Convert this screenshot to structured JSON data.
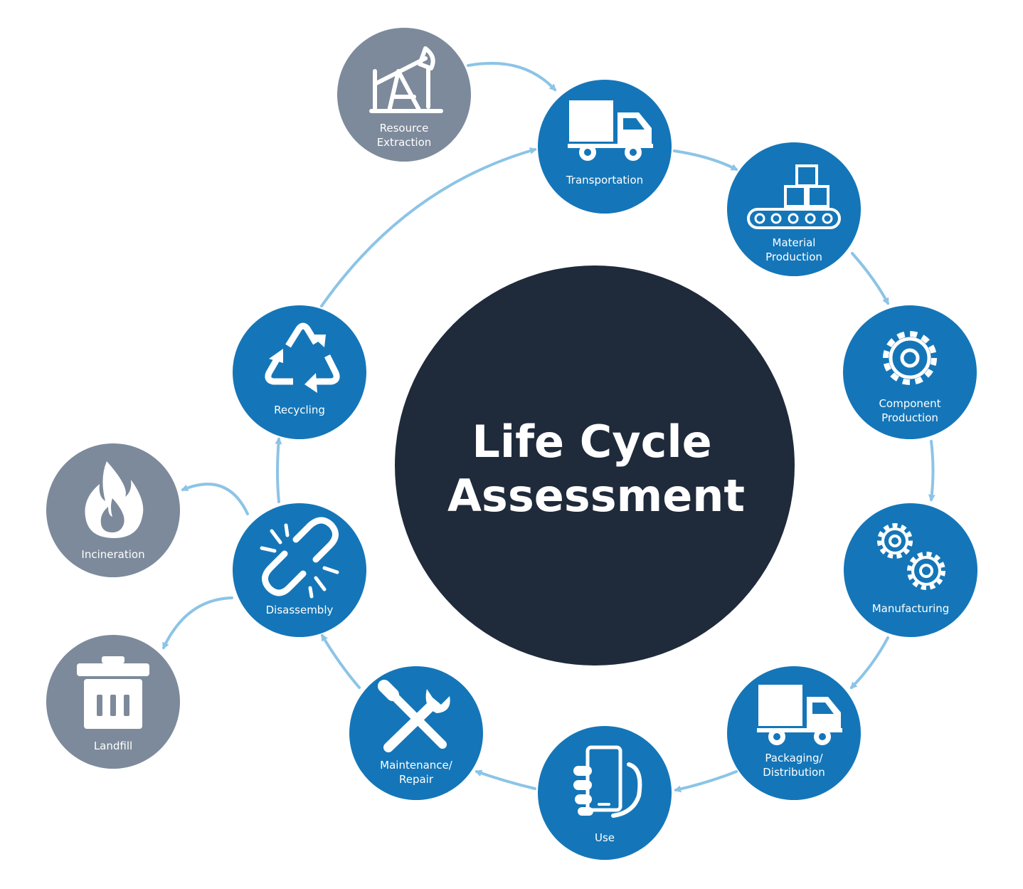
{
  "center": {
    "line1": "Life Cycle",
    "line2": "Assessment"
  },
  "colors": {
    "stage_blue": "#1476b8",
    "side_gray": "#7d8a9b",
    "center_navy": "#1f2a3b",
    "arrow": "#8cc4e6",
    "white": "#ffffff"
  },
  "nodes": {
    "resource_extraction": {
      "line1": "Resource",
      "line2": "Extraction",
      "icon": "oil-pump-icon"
    },
    "transportation": {
      "line1": "Transportation",
      "icon": "truck-icon"
    },
    "material_production": {
      "line1": "Material",
      "line2": "Production",
      "icon": "conveyor-boxes-icon"
    },
    "component_production": {
      "line1": "Component",
      "line2": "Production",
      "icon": "gear-icon"
    },
    "manufacturing": {
      "line1": "Manufacturing",
      "icon": "two-gears-icon"
    },
    "packaging_distribution": {
      "line1": "Packaging/",
      "line2": "Distribution",
      "icon": "truck-icon"
    },
    "use": {
      "line1": "Use",
      "icon": "phone-in-hand-icon"
    },
    "maintenance_repair": {
      "line1": "Maintenance/",
      "line2": "Repair",
      "icon": "wrench-screwdriver-icon"
    },
    "disassembly": {
      "line1": "Disassembly",
      "icon": "broken-chain-icon"
    },
    "recycling": {
      "line1": "Recycling",
      "icon": "recycle-icon"
    },
    "incineration": {
      "line1": "Incineration",
      "icon": "flame-icon"
    },
    "landfill": {
      "line1": "Landfill",
      "icon": "trash-bin-icon"
    }
  }
}
